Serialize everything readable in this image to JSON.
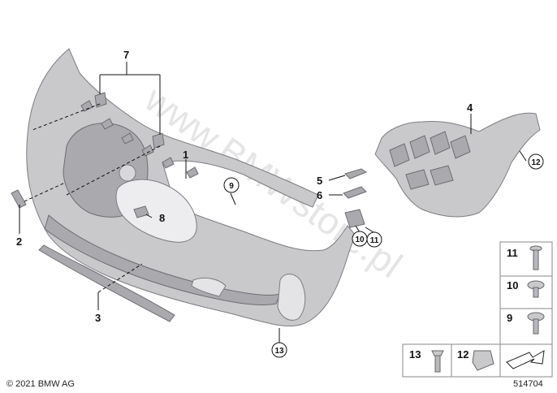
{
  "watermark": "www.BMWstore.pl",
  "copyright": "© 2021 BMW AG",
  "diagram_number": "514704",
  "callouts": {
    "c1": "1",
    "c2": "2",
    "c3": "3",
    "c4": "4",
    "c5": "5",
    "c6": "6",
    "c7": "7",
    "c8": "8",
    "c9": "9",
    "c10": "10",
    "c11": "11",
    "c12": "12",
    "c13": "13"
  },
  "legend": {
    "item11": "11",
    "item10": "10",
    "item9": "9",
    "item13": "13",
    "item12": "12"
  }
}
